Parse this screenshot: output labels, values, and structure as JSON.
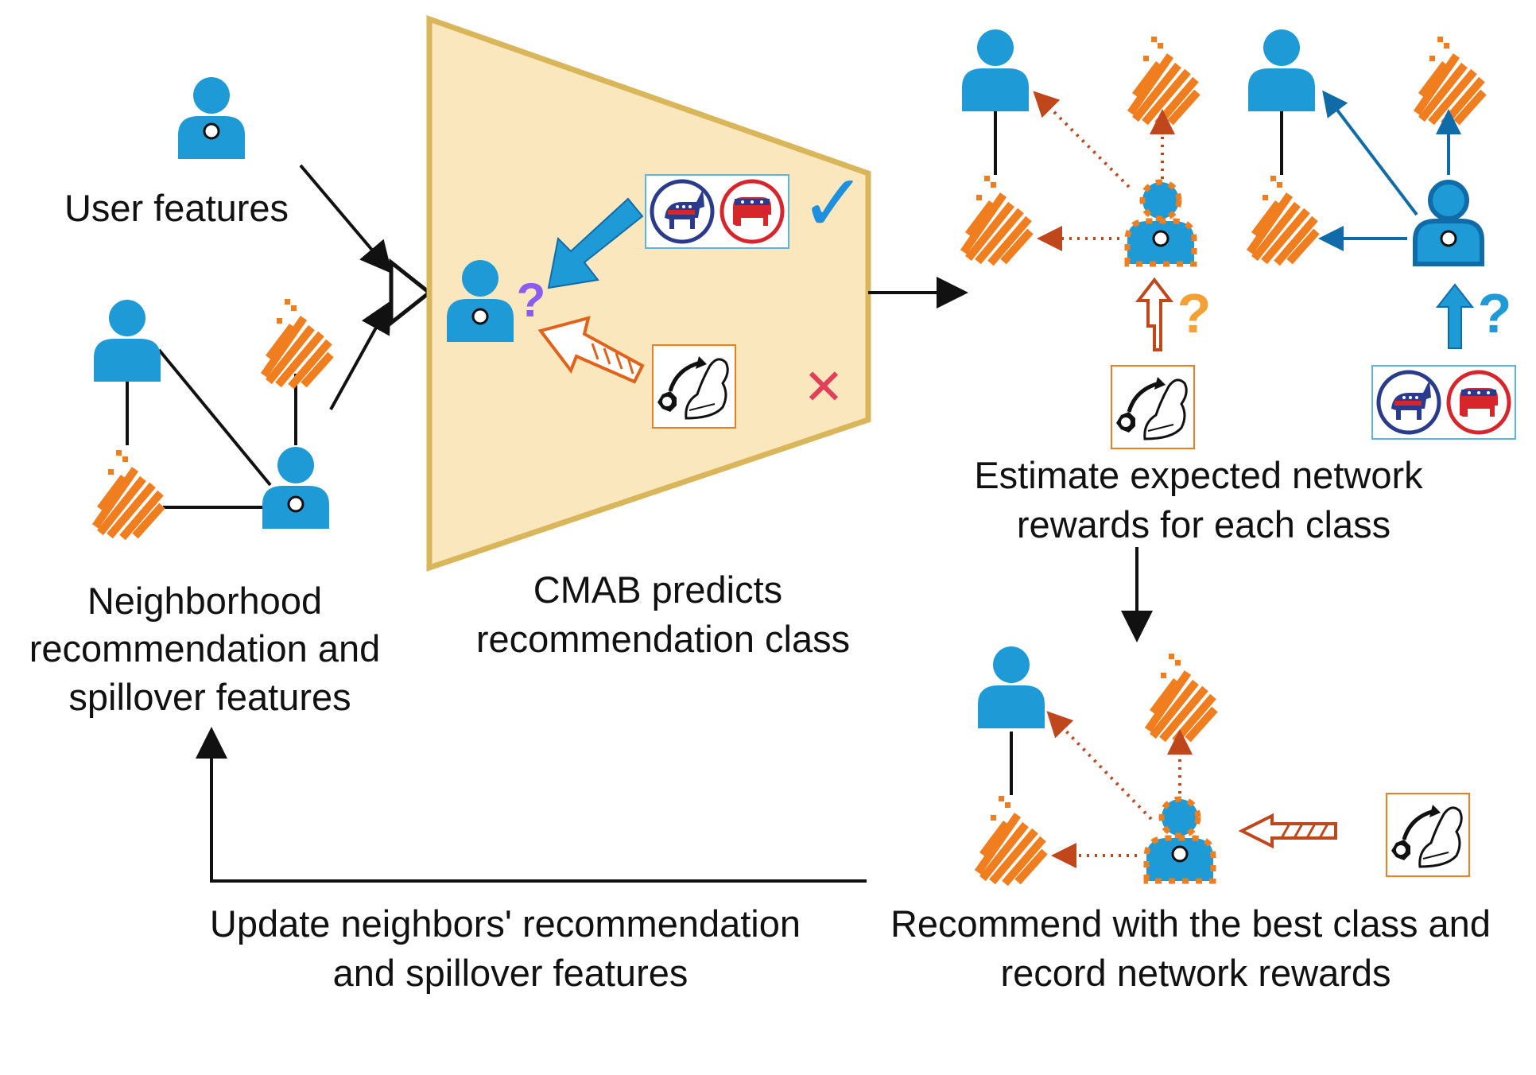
{
  "colors": {
    "user_blue": "#1e9ad6",
    "dark_blue": "#0f6ca8",
    "orange": "#f07d1e",
    "rust": "#c0461b",
    "cmab_fill": "#fbe7bd",
    "cmab_border": "#d9b65a",
    "check": "#1e90e0",
    "cross": "#e0405a",
    "purple": "#8a5cf0",
    "democrat": "#2a3a8c",
    "republican": "#d8252c"
  },
  "labels": {
    "user_features": "User features",
    "neighborhood_line1": "Neighborhood",
    "neighborhood_line2": "recommendation and",
    "neighborhood_line3": "spillover features",
    "cmab_line1": "CMAB predicts",
    "cmab_line2": "recommendation class",
    "estimate_line1": "Estimate expected network",
    "estimate_line2": "rewards for each class",
    "recommend_line1": "Recommend with the best class and",
    "recommend_line2": "record network rewards",
    "update_line1": "Update neighbors' recommendation",
    "update_line2": "and spillover features"
  },
  "marks": {
    "question": "?",
    "check": "✓",
    "cross": "✕"
  },
  "icons": {
    "user": "user-icon",
    "selected_user": "selected-user-icon",
    "hatched_node": "hatched-node-icon",
    "political_parties": "donkey-elephant-icon",
    "fitness": "flexing-arm-icon"
  }
}
